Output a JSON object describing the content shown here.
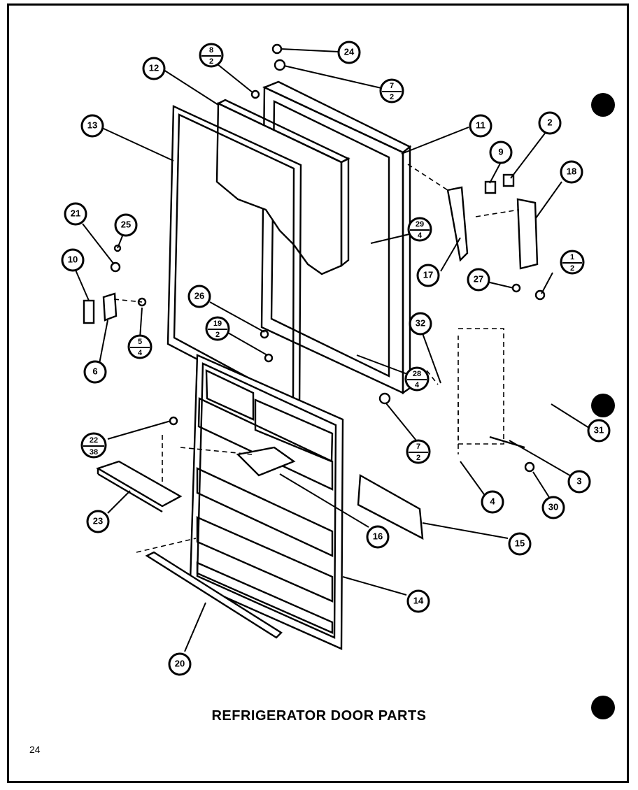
{
  "diagram": {
    "title": "REFRIGERATOR DOOR PARTS",
    "page_number": "24",
    "callouts": {
      "c24": "24",
      "c8_2": [
        "8",
        "2"
      ],
      "c7_2_top": [
        "7",
        "2"
      ],
      "c12": "12",
      "c13": "13",
      "c11": "11",
      "c2": "2",
      "c9": "9",
      "c18": "18",
      "c21": "21",
      "c25": "25",
      "c29_4": [
        "29",
        "4"
      ],
      "c10": "10",
      "c17": "17",
      "c1_2": [
        "1",
        "2"
      ],
      "c27": "27",
      "c26": "26",
      "c19_2": [
        "19",
        "2"
      ],
      "c32": "32",
      "c5_4": [
        "5",
        "4"
      ],
      "c6": "6",
      "c28_4": [
        "28",
        "4"
      ],
      "c31": "31",
      "c22_38": [
        "22",
        "38"
      ],
      "c7_2_low": [
        "7",
        "2"
      ],
      "c3": "3",
      "c4": "4",
      "c30": "30",
      "c23": "23",
      "c16": "16",
      "c15": "15",
      "c14": "14",
      "c20": "20"
    }
  }
}
